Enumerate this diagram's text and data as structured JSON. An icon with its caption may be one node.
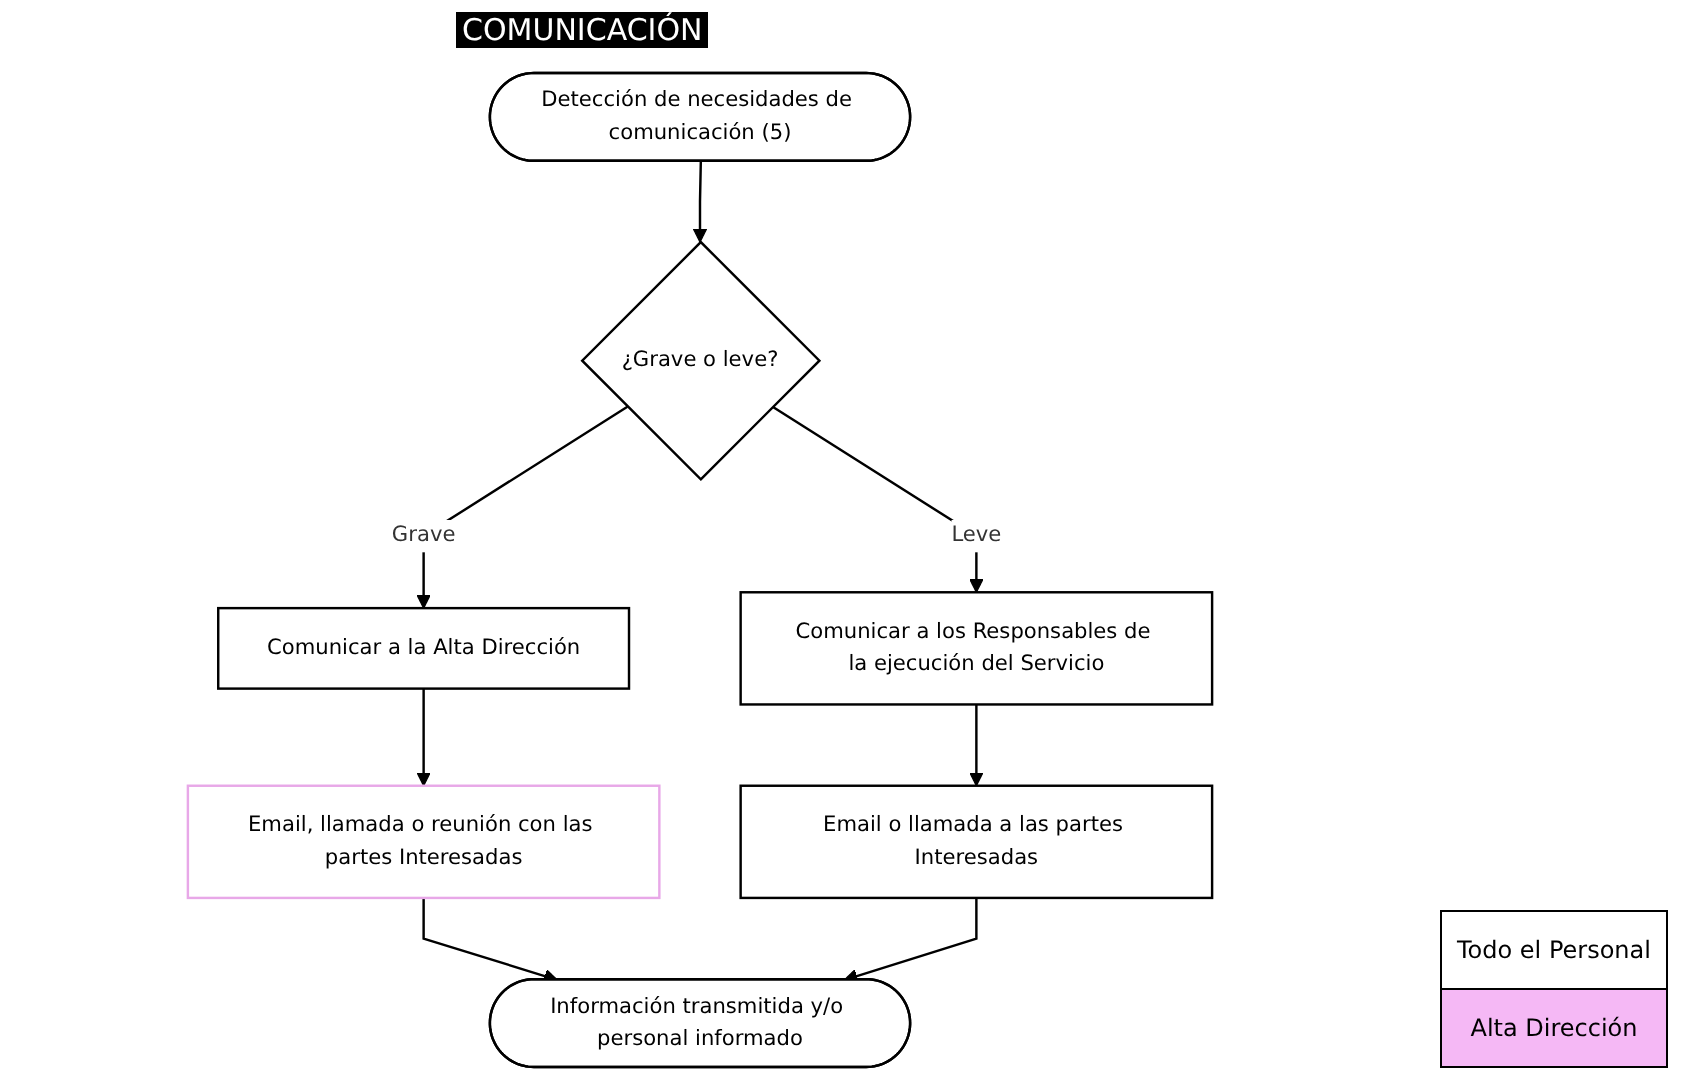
{
  "diagram": {
    "title": "COMUNICACIÓN",
    "nodes": [
      {
        "text": [
          "Detección de necesidades de comunicación (5)"
        ]
      },
      {
        "text": [
          "¿Grave o leve?"
        ]
      },
      {
        "text": [
          "Comunicar a la Alta Dirección"
        ]
      },
      {
        "text": [
          "Comunicar a los Responsables de la ejecución del Servicio"
        ]
      },
      {
        "text": [
          "Email, llamada o reunión con las partes Interesadas"
        ]
      },
      {
        "text": [
          "Email o llamada a las partes Interesadas"
        ]
      },
      {
        "text": [
          "Información transmitida y/o personal informado"
        ]
      }
    ],
    "edges": [
      {
        "from": 0,
        "to": 1,
        "arrow": "to"
      },
      {
        "from": 1,
        "to": 2,
        "arrow": "to",
        "label": "Grave"
      },
      {
        "from": 1,
        "to": 3,
        "arrow": "to",
        "label": "Leve"
      },
      {
        "from": 2,
        "to": 4,
        "arrow": "to"
      },
      {
        "from": 3,
        "to": 5,
        "arrow": "to"
      },
      {
        "from": 4,
        "to": 6,
        "arrow": "to"
      },
      {
        "from": 5,
        "to": 6,
        "arrow": "to"
      }
    ],
    "legend": [
      {
        "text": "Todo el Personal",
        "color": "#ffffff"
      },
      {
        "text": "Alta Dirección",
        "color": "#f5b8f5"
      }
    ]
  }
}
